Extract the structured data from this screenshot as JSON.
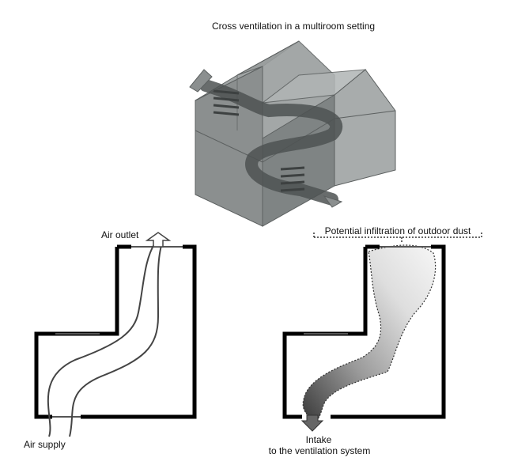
{
  "title": "Cross ventilation in a multiroom setting",
  "left_plan": {
    "outlet_label": "Air outlet",
    "supply_label": "Air supply"
  },
  "right_plan": {
    "dust_label": "Potential infiltration of outdoor dust",
    "intake_label_line1": "Intake",
    "intake_label_line2": "to the ventilation system"
  }
}
